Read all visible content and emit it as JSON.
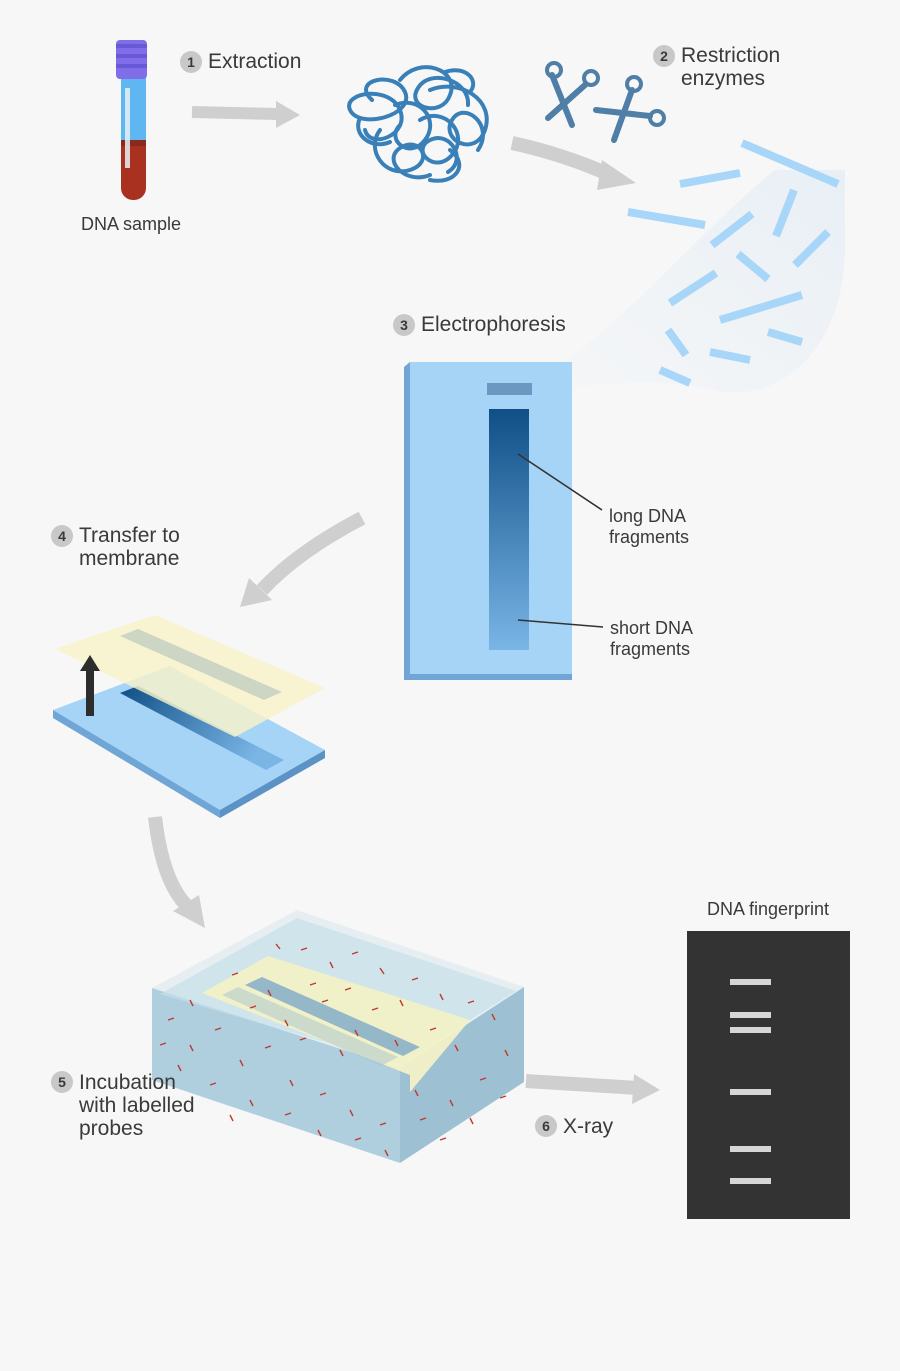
{
  "colors": {
    "background": "#f7f7f7",
    "arrow": "#cfcfcf",
    "gel_blue": "#a6d4f7",
    "dna_blue": "#3a80b8",
    "membrane_yellow": "#f8f3c9",
    "xray_film": "#333333",
    "xray_band": "#d6d6d6",
    "probe_red": "#c0392b"
  },
  "steps": {
    "step1": {
      "number": "1",
      "label": "Extraction"
    },
    "step2": {
      "number": "2",
      "label_line1": "Restriction",
      "label_line2": "enzymes"
    },
    "step3": {
      "number": "3",
      "label": "Electrophoresis"
    },
    "step4": {
      "number": "4",
      "label_line1": "Transfer to",
      "label_line2": "membrane"
    },
    "step5": {
      "number": "5",
      "label_line1": "Incubation",
      "label_line2": "with labelled",
      "label_line3": "probes"
    },
    "step6": {
      "number": "6",
      "label": "X-ray"
    }
  },
  "labels": {
    "dna_sample": "DNA sample",
    "long_fragments_line1": "long DNA",
    "long_fragments_line2": "fragments",
    "short_fragments_line1": "short DNA",
    "short_fragments_line2": "fragments",
    "dna_fingerprint": "DNA fingerprint"
  },
  "icons": {
    "tube": "test-tube-icon",
    "dna": "dna-tangle-icon",
    "scissors": "scissors-icon"
  }
}
